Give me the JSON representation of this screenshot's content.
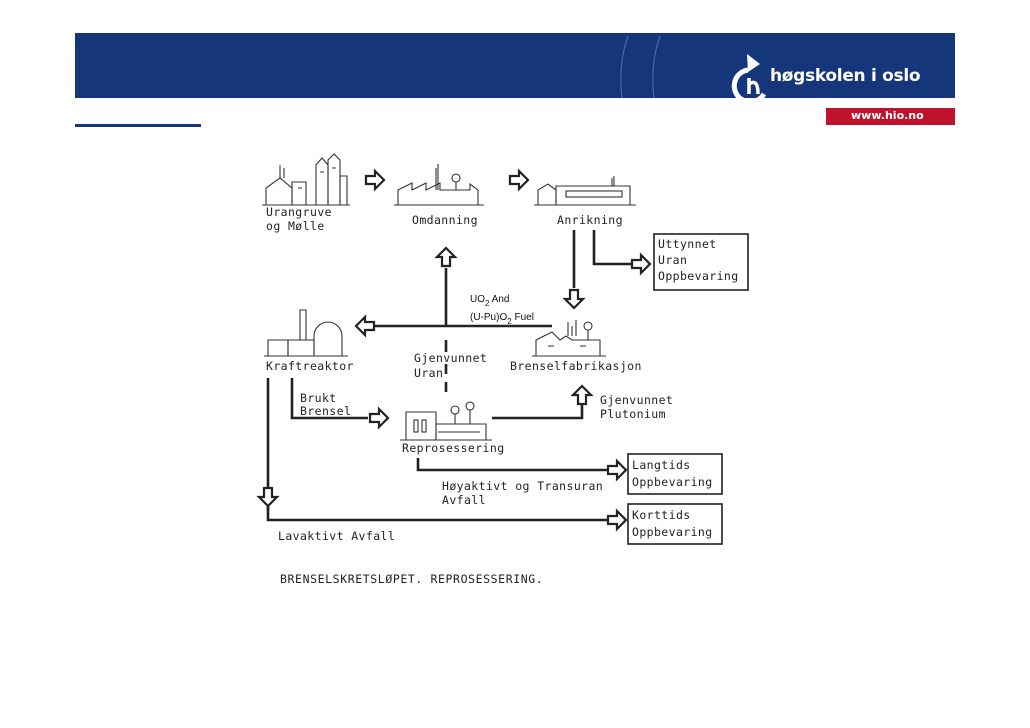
{
  "header": {
    "institution": "høgskolen i oslo",
    "url": "www.hio.no",
    "colors": {
      "banner": "#16367c",
      "url_box": "#c0122c"
    }
  },
  "diagram": {
    "nodes": {
      "mine": "Urangruve",
      "mine2": "og Mølle",
      "conversion": "Omdanning",
      "enrichment": "Anrikning",
      "depleted1": "Uttynnet",
      "depleted2": "Uran",
      "depleted3": "Oppbevaring",
      "fabrication": "Brenselfabrikasjon",
      "reactor": "Kraftreaktor",
      "recovered_u1": "Gjenvunnet",
      "recovered_u2": "Uran",
      "spent1": "Brukt",
      "spent2": "Brensel",
      "reprocessing": "Reprosessering",
      "recovered_pu1": "Gjenvunnet",
      "recovered_pu2": "Plutonium",
      "longterm1": "Langtids",
      "longterm2": "Oppbevaring",
      "hlw1": "Høyaktivt og Transuran",
      "hlw2": "Avfall",
      "shortterm1": "Korttids",
      "shortterm2": "Oppbevaring",
      "llw": "Lavaktivt Avfall"
    },
    "fuel_label_1_base": "UO",
    "fuel_label_1_sub": "2",
    "fuel_label_1_rest": " And",
    "fuel_label_2_base": "(U-Pu)O",
    "fuel_label_2_sub": "2",
    "fuel_label_2_rest": " Fuel",
    "caption": "BRENSELSKRETSLØPET. REPROSESSERING."
  }
}
